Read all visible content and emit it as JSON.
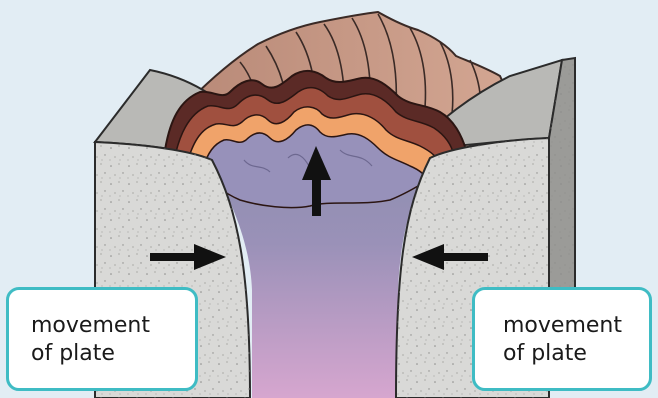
{
  "labels": {
    "left": {
      "line1": "movement",
      "line2": "of plate"
    },
    "right": {
      "line1": "movement",
      "line2": "of plate"
    }
  },
  "colors": {
    "background": "#e2edf4",
    "box_border": "#3fbcc4",
    "plate_front": "#d9d9d7",
    "plate_top": "#b9b9b6",
    "plate_side": "#9b9b98",
    "magma_top": "#8f8fb0",
    "magma_bottom": "#d6a6cf",
    "rock_orange": "#f0a36a",
    "rock_brown": "#a0503f",
    "rock_dark": "#5b2a26",
    "ridge_tan": "#c99a86",
    "arrow": "#111111"
  },
  "icons": [
    "arrow-right-icon",
    "arrow-left-icon",
    "arrow-up-icon"
  ]
}
